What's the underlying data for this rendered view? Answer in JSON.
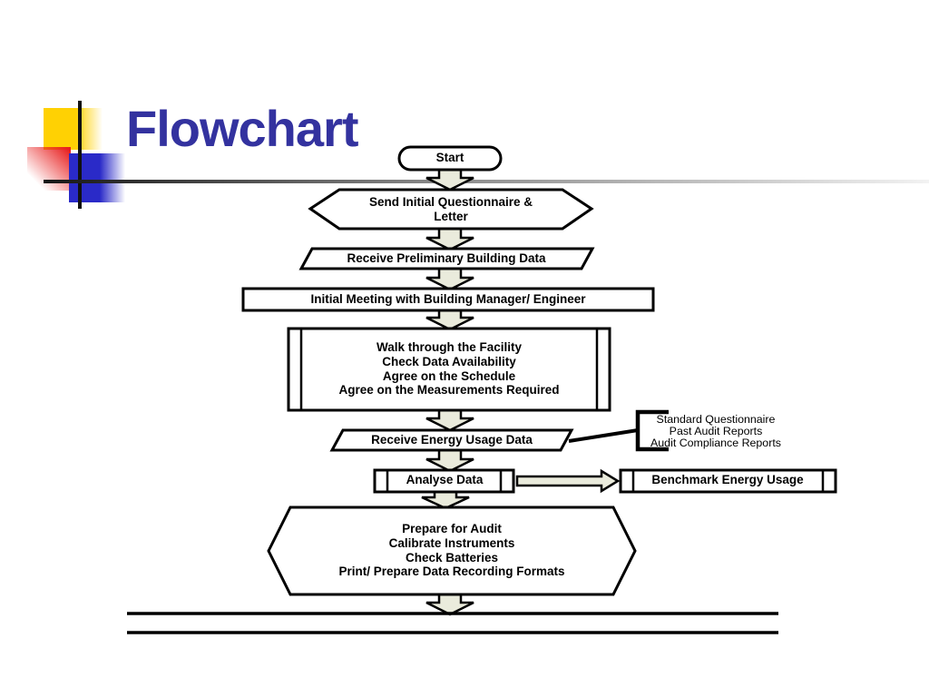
{
  "slide": {
    "title": "Flowchart"
  },
  "colors": {
    "title_text": "#33329F",
    "accent_yellow": "#FFD103",
    "accent_red": "#E82020",
    "accent_blue": "#2A2AC8",
    "arrow_fill": "#EAEBDC",
    "shape_outline": "#000000",
    "shape_fill": "#FFFFFF"
  },
  "flowchart": {
    "start": {
      "label": "Start"
    },
    "send_questionnaire": {
      "label": "Send Initial Questionnaire &\nLetter"
    },
    "receive_preliminary": {
      "label": "Receive Preliminary Building Data"
    },
    "initial_meeting": {
      "label": "Initial Meeting with Building Manager/ Engineer"
    },
    "walk_through": {
      "label": "Walk through the Facility\nCheck Data Availability\nAgree on the Schedule\nAgree on the Measurements Required"
    },
    "receive_energy": {
      "label": "Receive Energy Usage Data"
    },
    "callout": {
      "label": "Standard Questionnaire\nPast Audit Reports\nAudit Compliance Reports"
    },
    "analyse": {
      "label": "Analyse Data"
    },
    "benchmark": {
      "label": "Benchmark Energy Usage"
    },
    "prepare_audit": {
      "label": "Prepare for Audit\nCalibrate Instruments\nCheck Batteries\nPrint/ Prepare Data Recording Formats"
    }
  }
}
